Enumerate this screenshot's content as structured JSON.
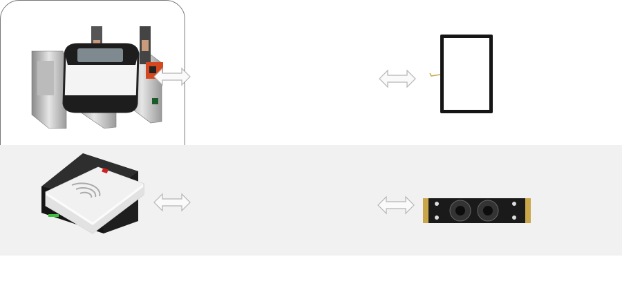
{
  "diagram": {
    "hub": {
      "top_device_icon": "face-recognition-turnstile-gates",
      "bottom_device_icon": "fanless-industrial-box-pc",
      "accent_color": "#d4481f"
    },
    "peripherals": [
      {
        "icon": "qr-code-scanner",
        "side": "left",
        "connector": "double-arrow"
      },
      {
        "icon": "rfid-card-reader",
        "side": "left",
        "connector": "double-arrow"
      },
      {
        "icon": "touchscreen-panel",
        "side": "right",
        "connector": "double-arrow"
      },
      {
        "icon": "binocular-camera-module",
        "side": "right",
        "connector": "double-arrow"
      }
    ]
  }
}
